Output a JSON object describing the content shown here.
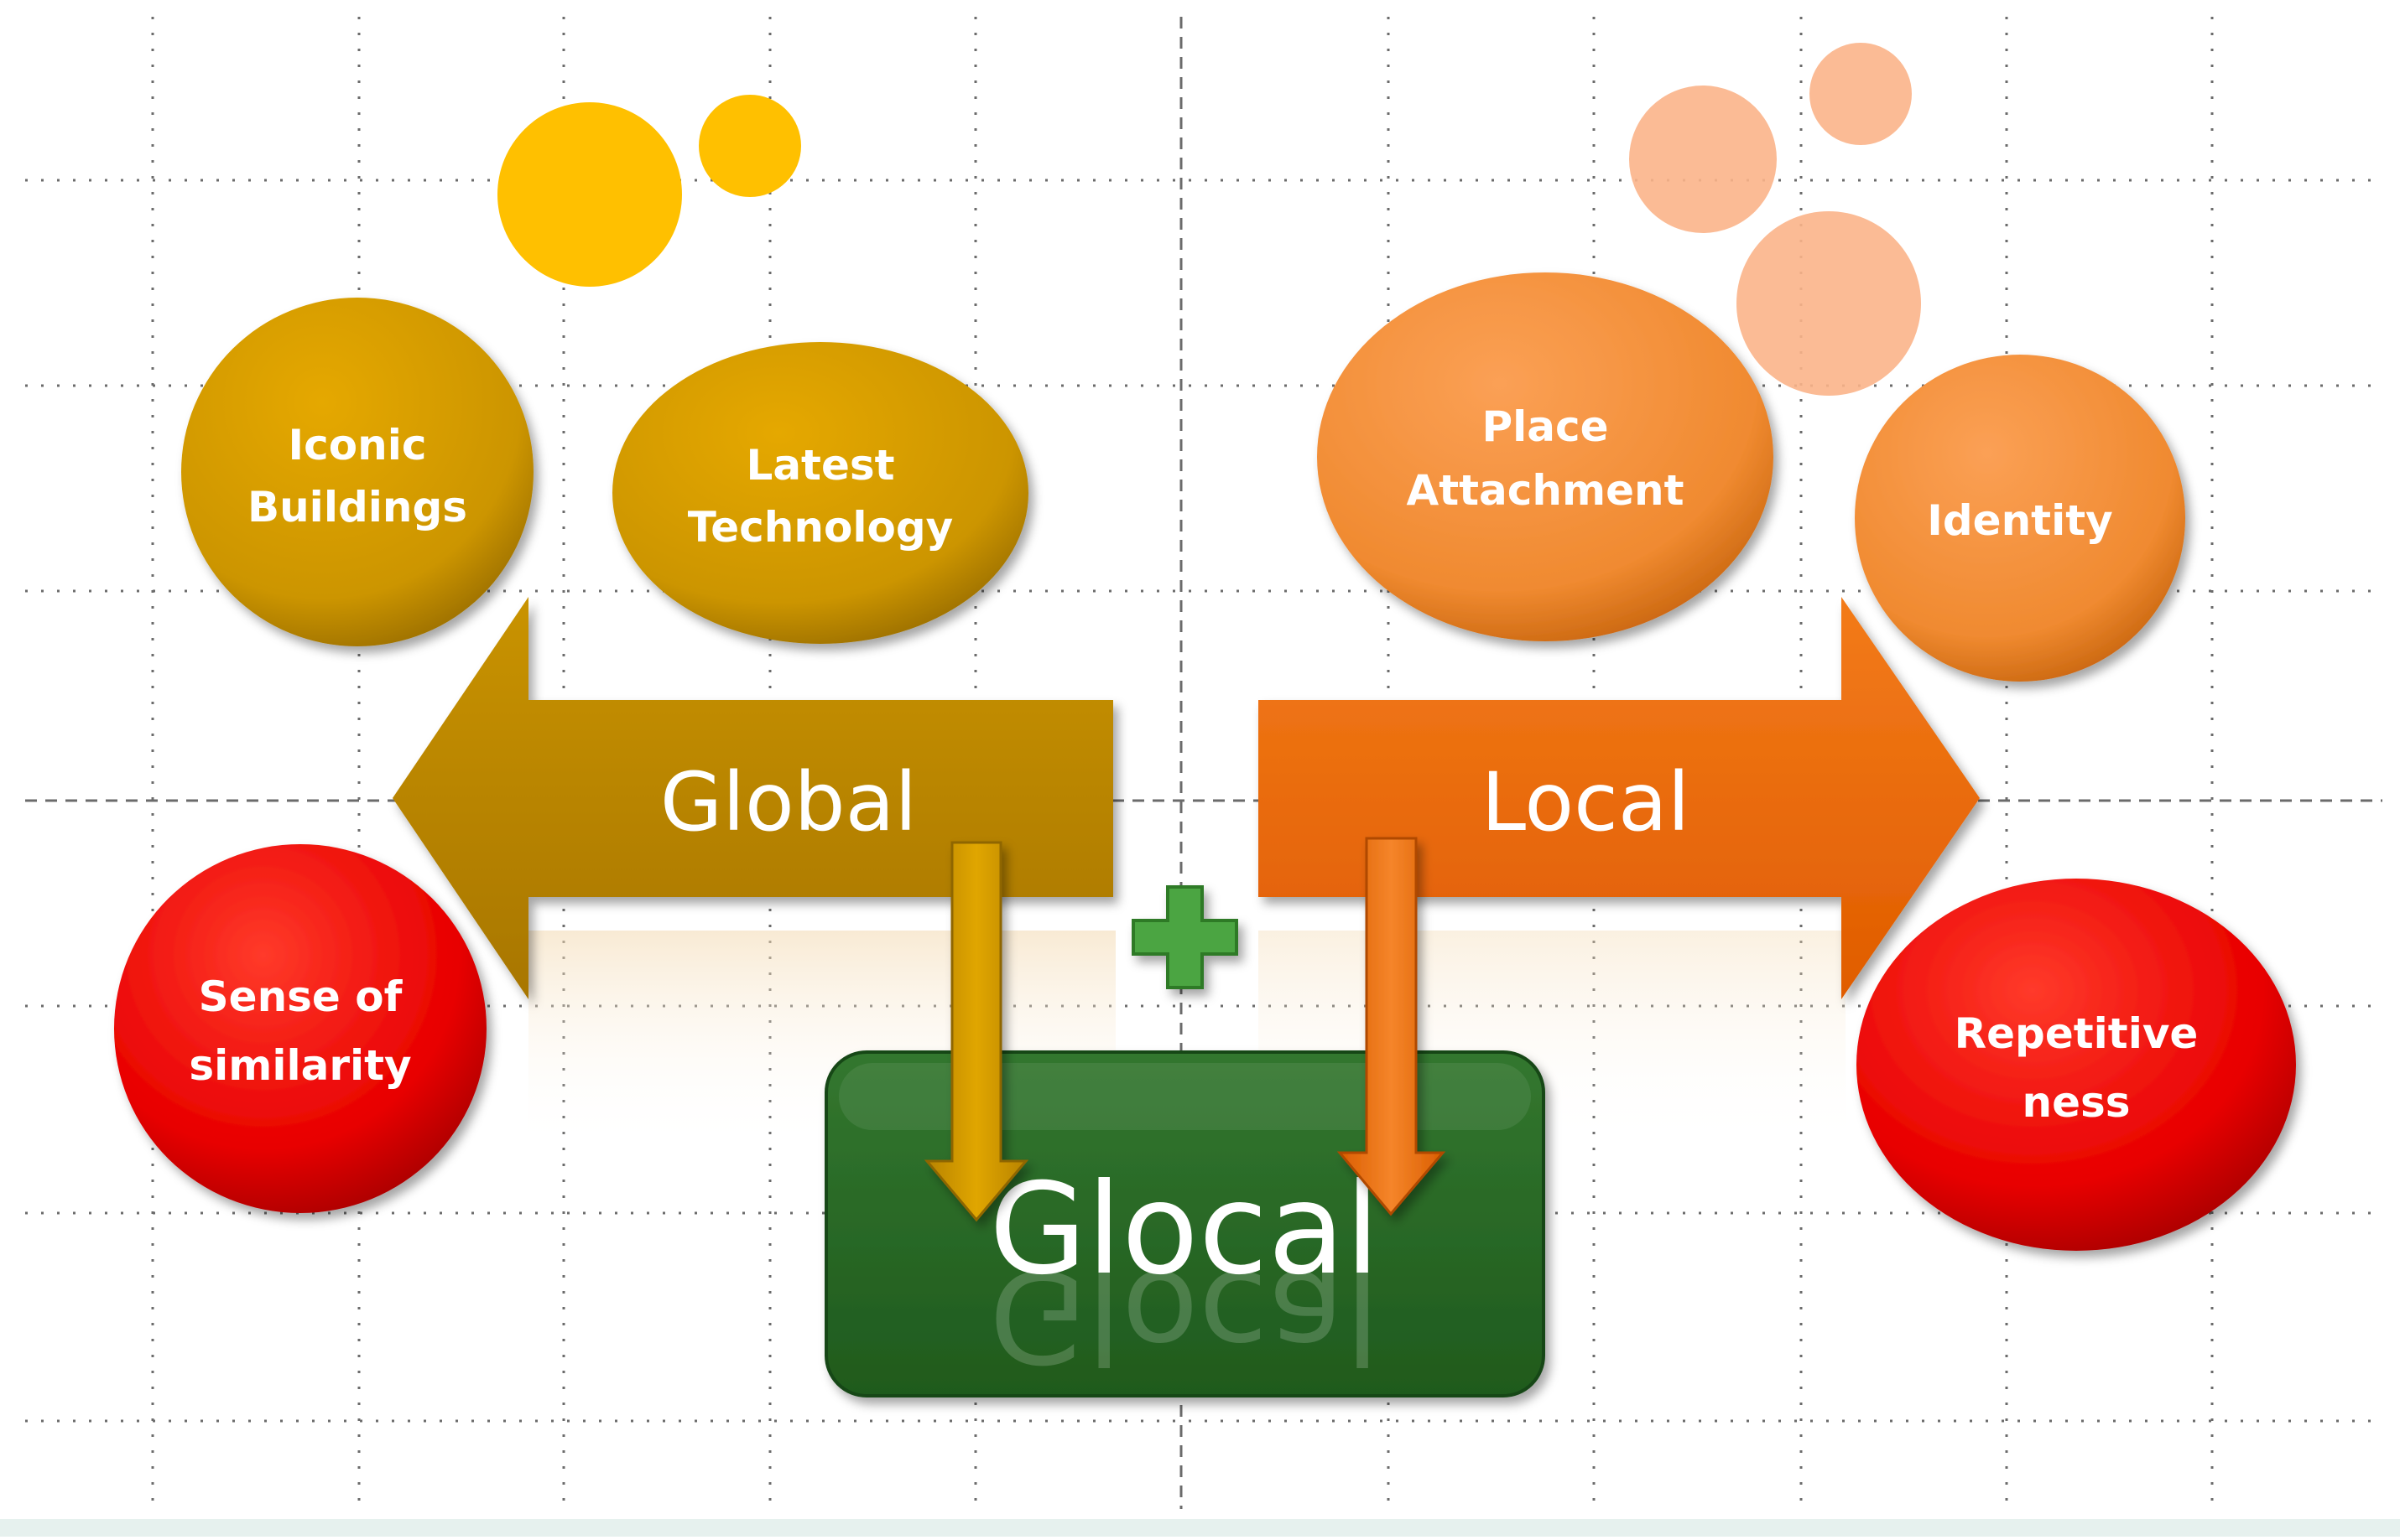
{
  "colors": {
    "global_gold": "#C99500",
    "global_arrow": "#B88300",
    "local_orange": "#F08A30",
    "local_arrow": "#EE6A0A",
    "red": "#E80000",
    "green": "#2B6A28",
    "plus_green": "#4CA542",
    "yellow_dot": "#FFC000",
    "peach_dot": "#FBB48A"
  },
  "global": {
    "arrow_label": "Global",
    "bubbles": [
      {
        "lines": [
          "Iconic",
          "Buildings"
        ]
      },
      {
        "lines": [
          "Latest",
          "Technology"
        ]
      },
      {
        "lines": [
          "Sense of",
          "similarity"
        ]
      }
    ]
  },
  "local": {
    "arrow_label": "Local",
    "bubbles": [
      {
        "lines": [
          "Place",
          "Attachment"
        ]
      },
      {
        "lines": [
          "Identity"
        ]
      },
      {
        "lines": [
          "Repetitive",
          "ness"
        ]
      }
    ]
  },
  "center": {
    "label": "Glocal",
    "plus_icon": "plus-icon"
  }
}
